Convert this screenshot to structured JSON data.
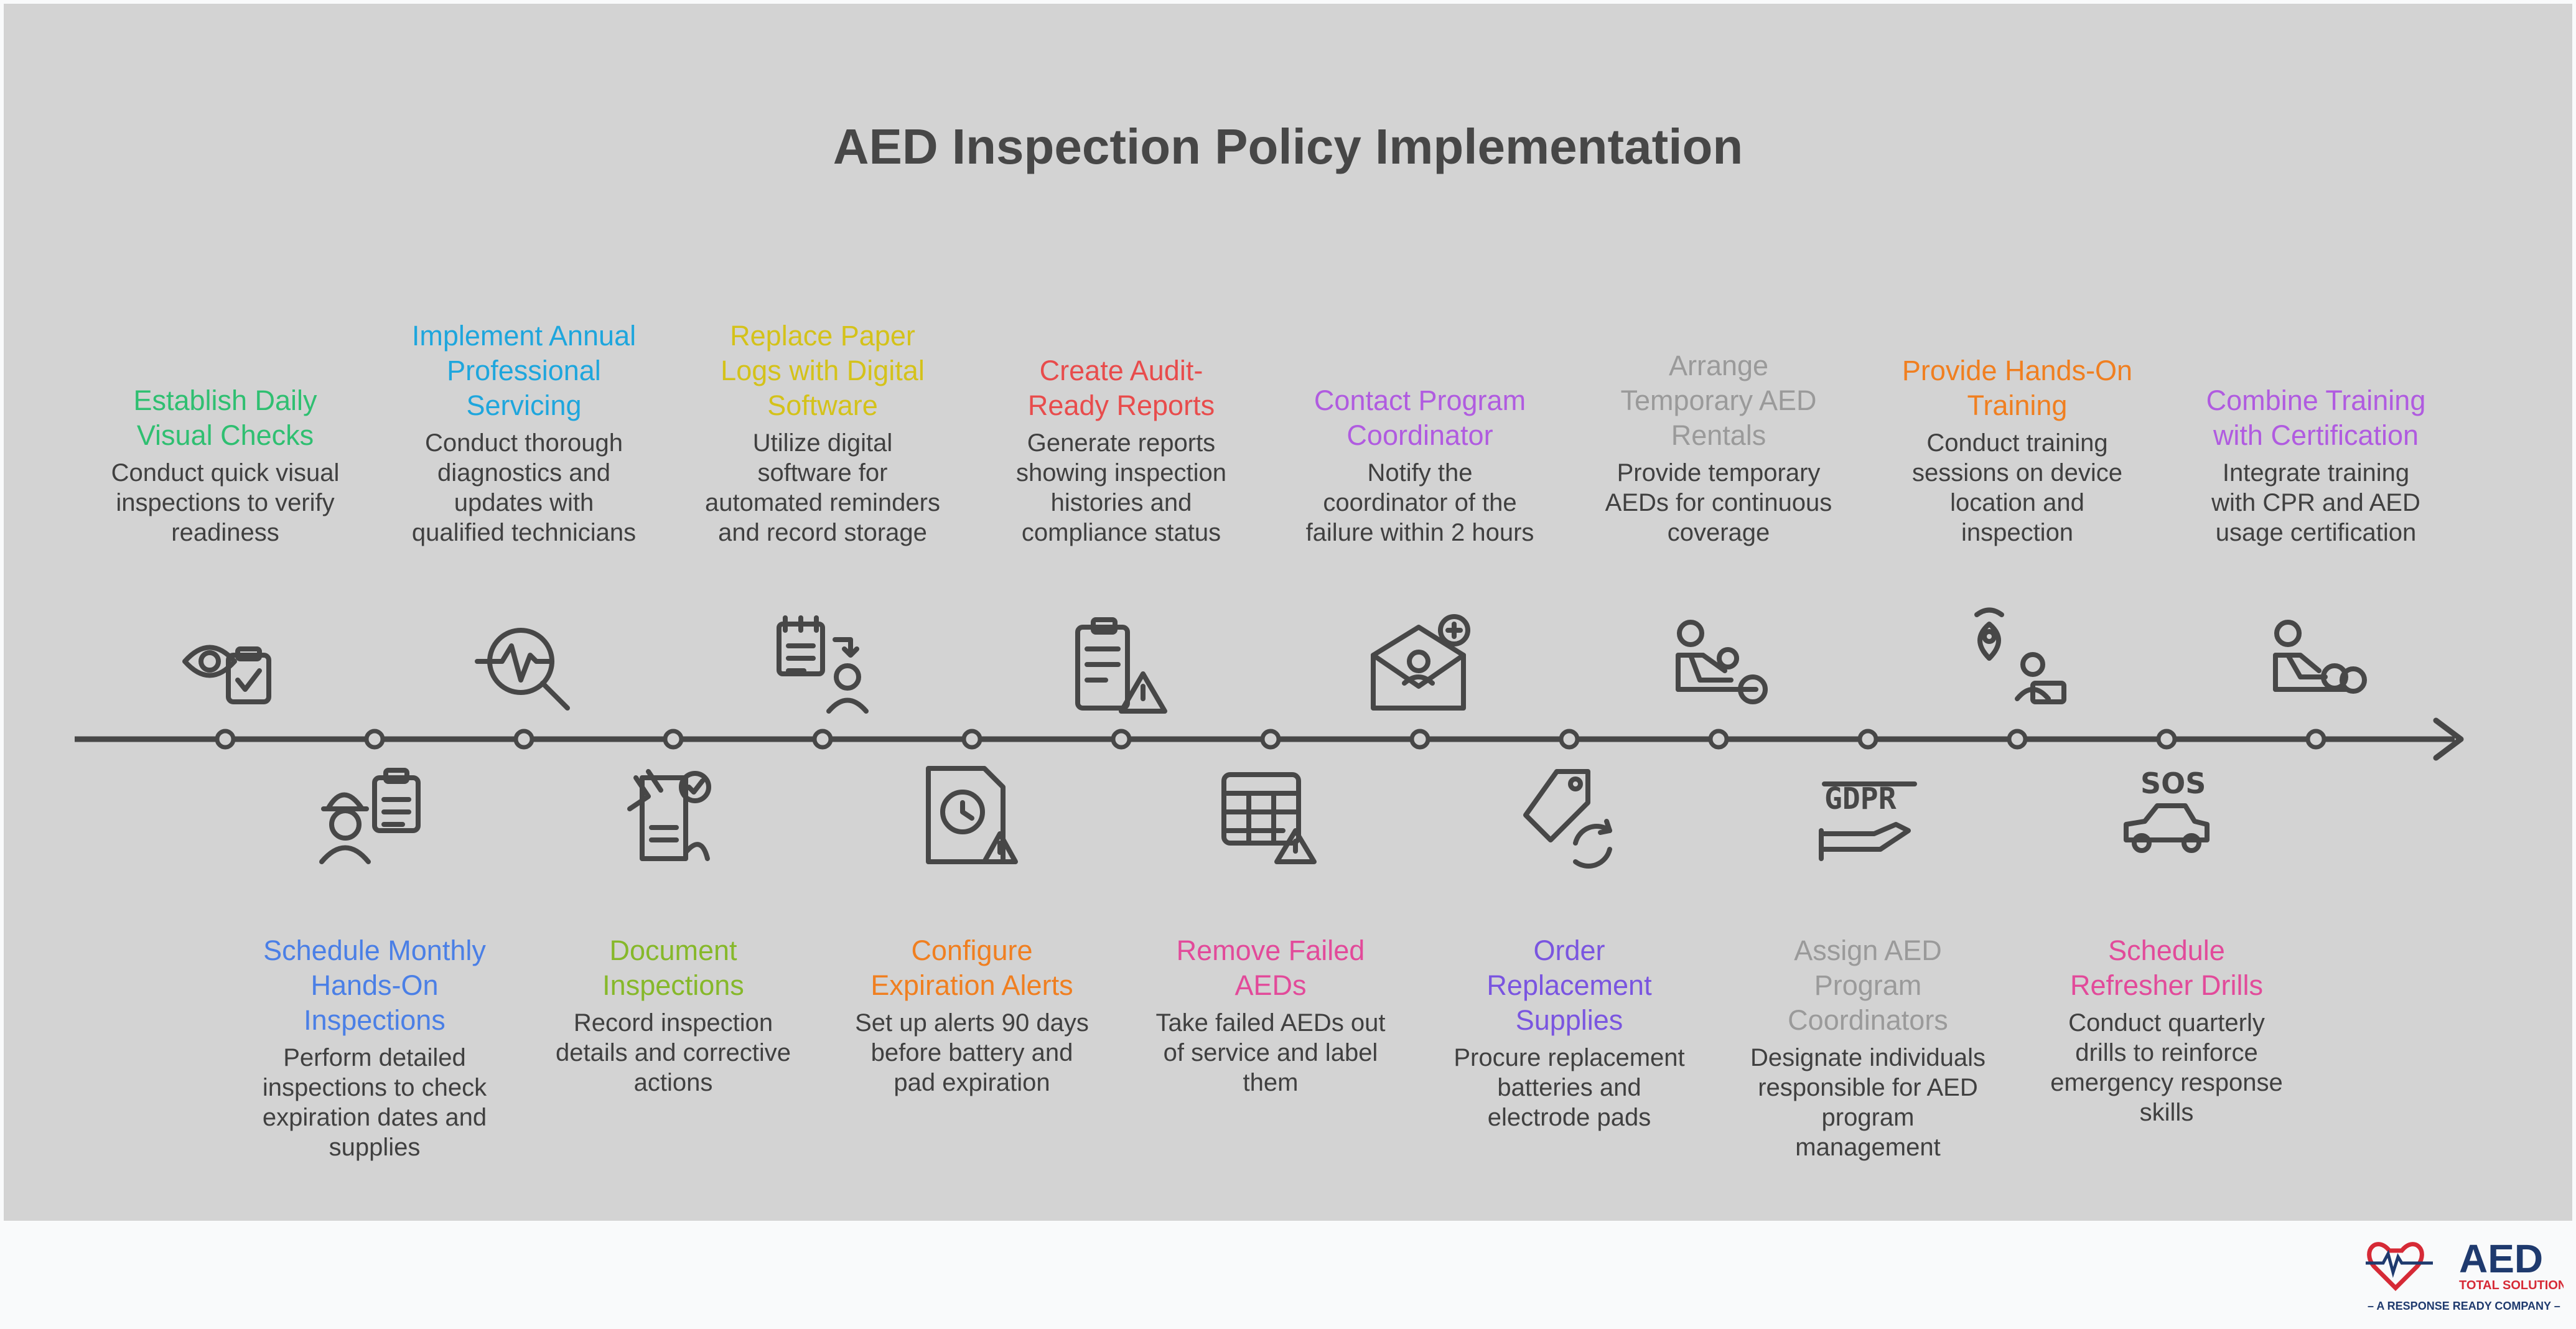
{
  "title": "AED Inspection Policy Implementation",
  "steps": [
    {
      "title": "Establish Daily Visual Checks",
      "desc": "Conduct quick visual inspections to verify readiness",
      "color": "#2fbf71",
      "icon": "eye-clipboard-icon",
      "side": "top"
    },
    {
      "title": "Schedule Monthly Hands-On Inspections",
      "desc": "Perform detailed inspections to check expiration dates and supplies",
      "color": "#4a7fe6",
      "icon": "technician-clipboard-icon",
      "side": "bottom"
    },
    {
      "title": "Implement Annual Professional Servicing",
      "desc": "Conduct thorough diagnostics and updates with qualified technicians",
      "color": "#1ea6dd",
      "icon": "diagnostics-magnifier-icon",
      "side": "top"
    },
    {
      "title": "Document Inspections",
      "desc": "Record inspection details and corrective actions",
      "color": "#86b82a",
      "icon": "document-checklist-icon",
      "side": "bottom"
    },
    {
      "title": "Replace Paper Logs with Digital Software",
      "desc": "Utilize digital software for automated reminders and record storage",
      "color": "#d4c21a",
      "icon": "digital-log-icon",
      "side": "top"
    },
    {
      "title": "Configure Expiration Alerts",
      "desc": "Set up alerts 90 days before battery and pad expiration",
      "color": "#f07f20",
      "icon": "clock-alert-document-icon",
      "side": "bottom"
    },
    {
      "title": "Create Audit-Ready Reports",
      "desc": "Generate reports showing inspection histories and compliance status",
      "color": "#e84c4c",
      "icon": "report-warning-icon",
      "side": "top"
    },
    {
      "title": "Remove Failed AEDs",
      "desc": "Take failed AEDs out of service and label them",
      "color": "#e24a9a",
      "icon": "table-warning-icon",
      "side": "bottom"
    },
    {
      "title": "Contact Program Coordinator",
      "desc": "Notify the coordinator of the failure within 2 hours",
      "color": "#b05be0",
      "icon": "envelope-contact-icon",
      "side": "top"
    },
    {
      "title": "Order Replacement Supplies",
      "desc": "Procure replacement batteries and electrode pads",
      "color": "#7a55e0",
      "icon": "tag-refresh-icon",
      "side": "bottom"
    },
    {
      "title": "Arrange Temporary AED Rentals",
      "desc": "Provide temporary AEDs for continuous coverage",
      "color": "#9a9a9a",
      "icon": "cpr-person-icon",
      "side": "top"
    },
    {
      "title": "Assign AED Program Coordinators",
      "desc": "Designate individuals responsible for AED program management",
      "color": "#9a9a9a",
      "icon": "gdpr-hand-icon",
      "side": "bottom"
    },
    {
      "title": "Provide Hands-On Training",
      "desc": "Conduct training sessions on device location and inspection",
      "color": "#f07f20",
      "icon": "location-person-icon",
      "side": "top"
    },
    {
      "title": "Schedule Refresher Drills",
      "desc": "Conduct quarterly drills to reinforce emergency response skills",
      "color": "#e24a9a",
      "icon": "sos-car-icon",
      "side": "bottom"
    },
    {
      "title": "Combine Training with Certification",
      "desc": "Integrate training with CPR and AED usage certification",
      "color": "#b05be0",
      "icon": "cpr-training-icon",
      "side": "top"
    }
  ],
  "logo": {
    "name": "AED",
    "sub": "TOTAL SOLUTION",
    "tagline": "– A RESPONSE READY COMPANY –",
    "name_color": "#1f3a6e",
    "accent_color": "#d62a36"
  }
}
